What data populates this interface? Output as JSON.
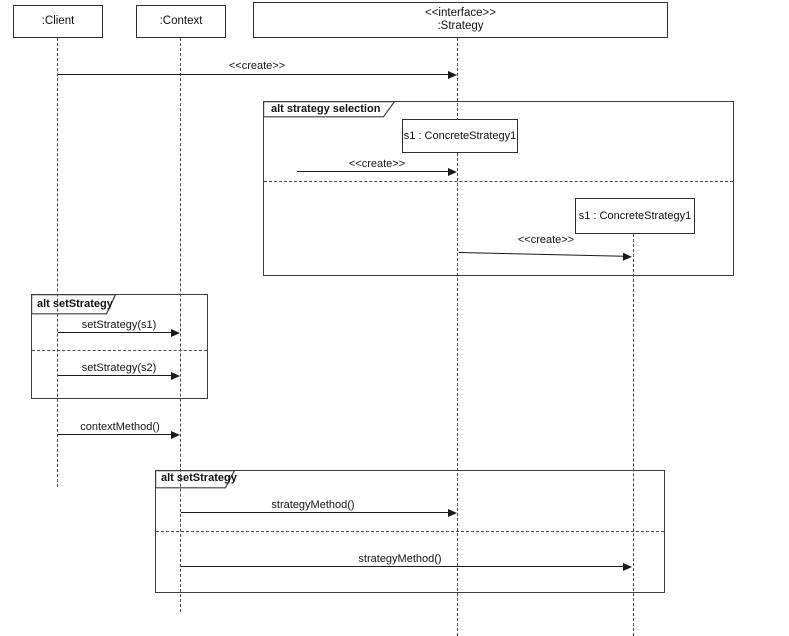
{
  "participants": {
    "client": ":Client",
    "context": ":Context",
    "strategy_stereotype": "<<interface>>",
    "strategy_name": ":Strategy"
  },
  "objects": {
    "s1a": "s1 : ConcreteStrategy1",
    "s1b": "s1 : ConcreteStrategy1"
  },
  "frames": {
    "strategy_selection": "alt strategy selection",
    "set_strategy_upper": "alt setStrategy",
    "set_strategy_lower": "alt setStrategy"
  },
  "messages": {
    "create_strategy": "<<create>>",
    "create_s1": "<<create>>",
    "create_s2": "<<create>>",
    "set_strategy_s1": "setStrategy(s1)",
    "set_strategy_s2": "setStrategy(s2)",
    "context_method": "contextMethod()",
    "strategy_method_1": "strategyMethod()",
    "strategy_method_2": "strategyMethod()"
  }
}
